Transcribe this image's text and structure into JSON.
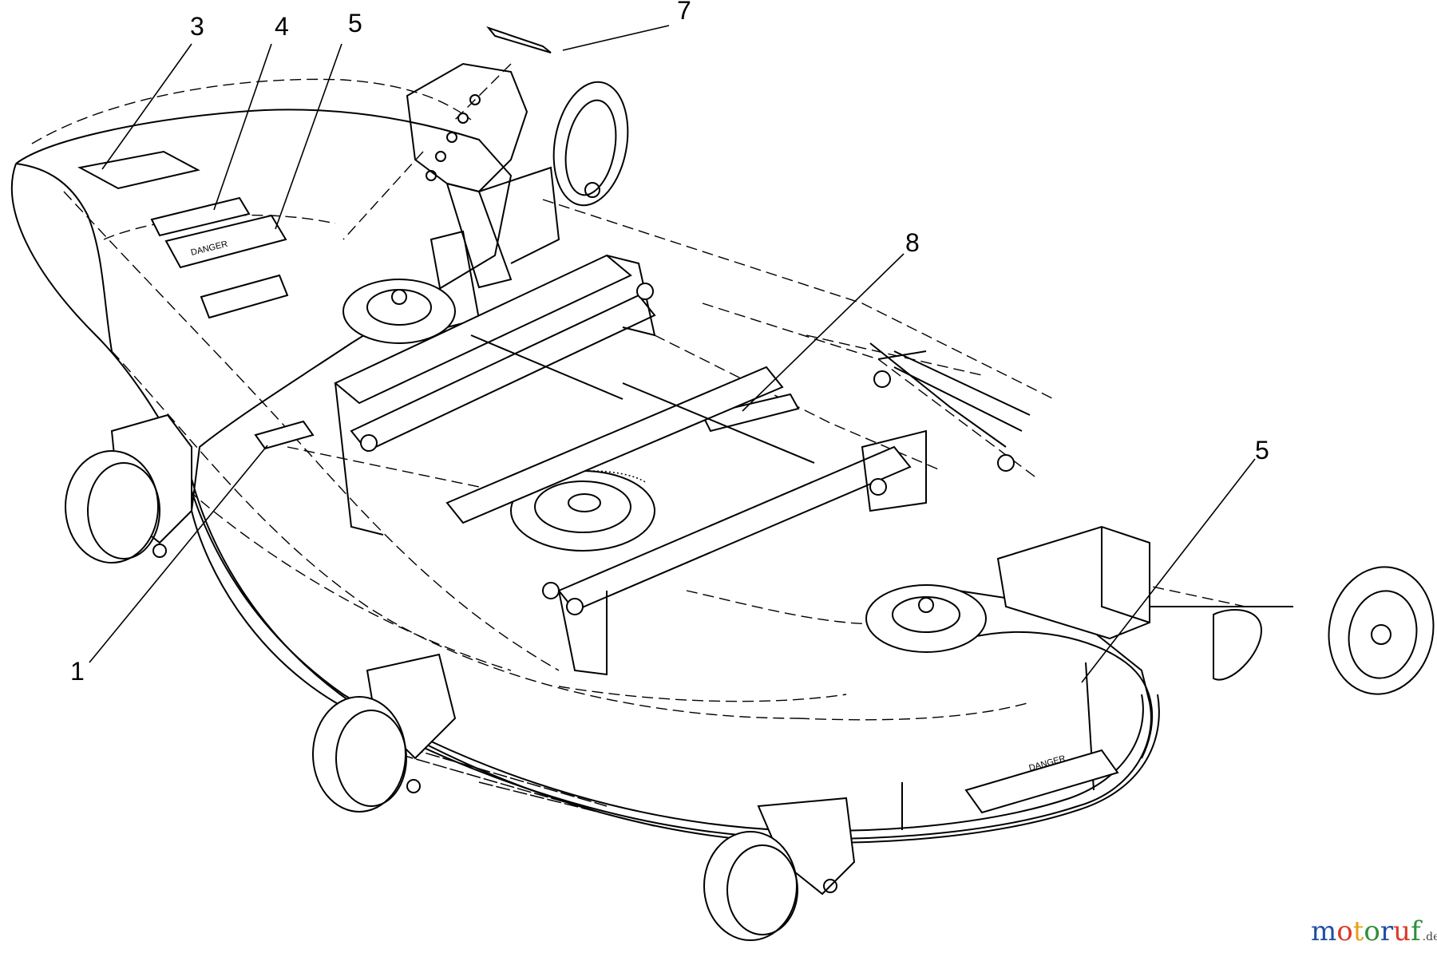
{
  "callouts": [
    {
      "id": "c3",
      "label": "3"
    },
    {
      "id": "c4",
      "label": "4"
    },
    {
      "id": "c5a",
      "label": "5"
    },
    {
      "id": "c7",
      "label": "7"
    },
    {
      "id": "c8",
      "label": "8"
    },
    {
      "id": "c5b",
      "label": "5"
    },
    {
      "id": "c1",
      "label": "1"
    }
  ],
  "decals": {
    "danger_left": "DANGER",
    "danger_right": "DANGER"
  },
  "watermark": {
    "main": "motoruf",
    "suffix": ".de",
    "colors": {
      "m": "#1f4fa3",
      "o": "#d93a2b",
      "t": "#e8a21a",
      "o2": "#2f8f3a",
      "r": "#1f4fa3",
      "u": "#d93a2b",
      "f": "#2f8f3a",
      "suffix": "#444444"
    }
  }
}
